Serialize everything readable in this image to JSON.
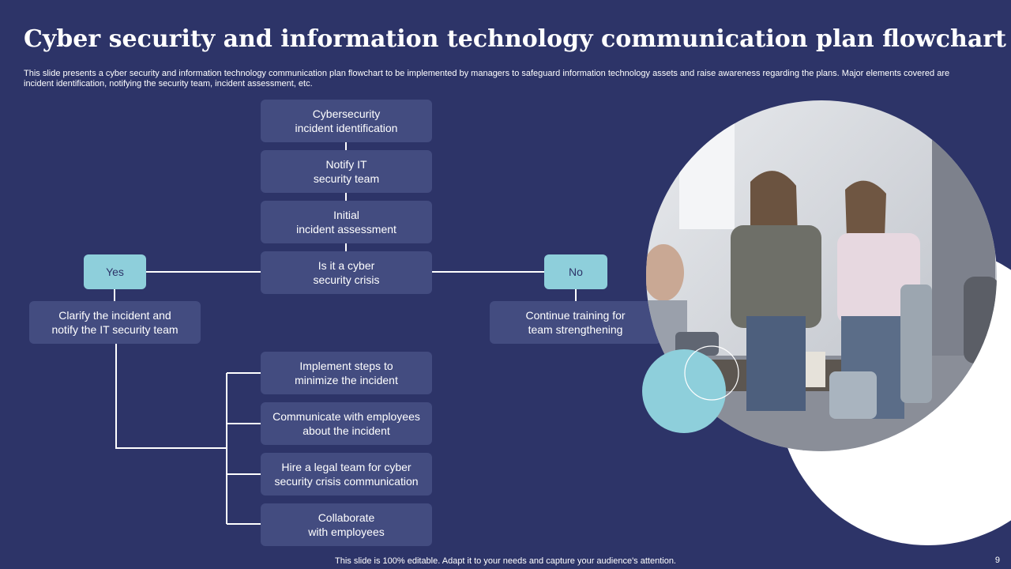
{
  "title": "Cyber security and information technology communication plan flowchart",
  "subtitle": "This slide presents a cyber security and information technology communication plan flowchart to be implemented by managers to safeguard information technology assets and raise awareness regarding the plans. Major elements covered are incident identification, notifying the security team, incident assessment, etc.",
  "flow": {
    "step1": "Cybersecurity\nincident identification",
    "step2": "Notify IT\nsecurity team",
    "step3": "Initial\nincident assessment",
    "decision": "Is it a cyber\nsecurity crisis",
    "yes_label": "Yes",
    "no_label": "No",
    "yes_action": "Clarify the incident and\nnotify the IT security team",
    "no_action": "Continue training for\nteam strengthening",
    "action1": "Implement steps to\nminimize the incident",
    "action2": "Communicate with employees\nabout the incident",
    "action3": "Hire a legal team for cyber\nsecurity crisis communication",
    "action4": "Collaborate\nwith employees"
  },
  "footer": "This slide is 100% editable. Adapt it to your needs and capture your audience's attention.",
  "page_number": "9",
  "colors": {
    "background": "#2d3468",
    "box": "#434c80",
    "accent": "#8ecfdb",
    "text": "#ffffff"
  }
}
